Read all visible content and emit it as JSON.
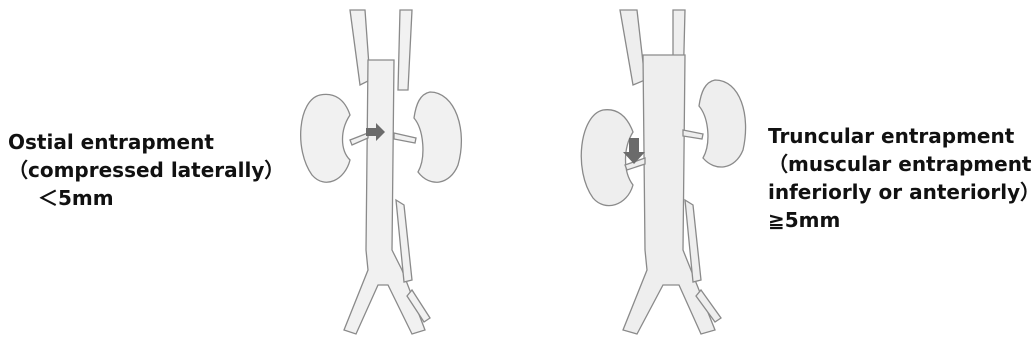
{
  "left_panel": {
    "title": "Ostial  entrapment",
    "subtitle": "（compressed  laterally）",
    "measure": "＜5mm"
  },
  "right_panel": {
    "title": "Truncular  entrapment",
    "subtitle": "（muscular entrapment",
    "subtitle2": "inferiorly or anteriorly）",
    "measure": "≧5mm"
  },
  "colors": {
    "outline": "#8a8a8a",
    "fill": "#ececec",
    "arrow": "#6b6b6b",
    "text": "#111111"
  }
}
